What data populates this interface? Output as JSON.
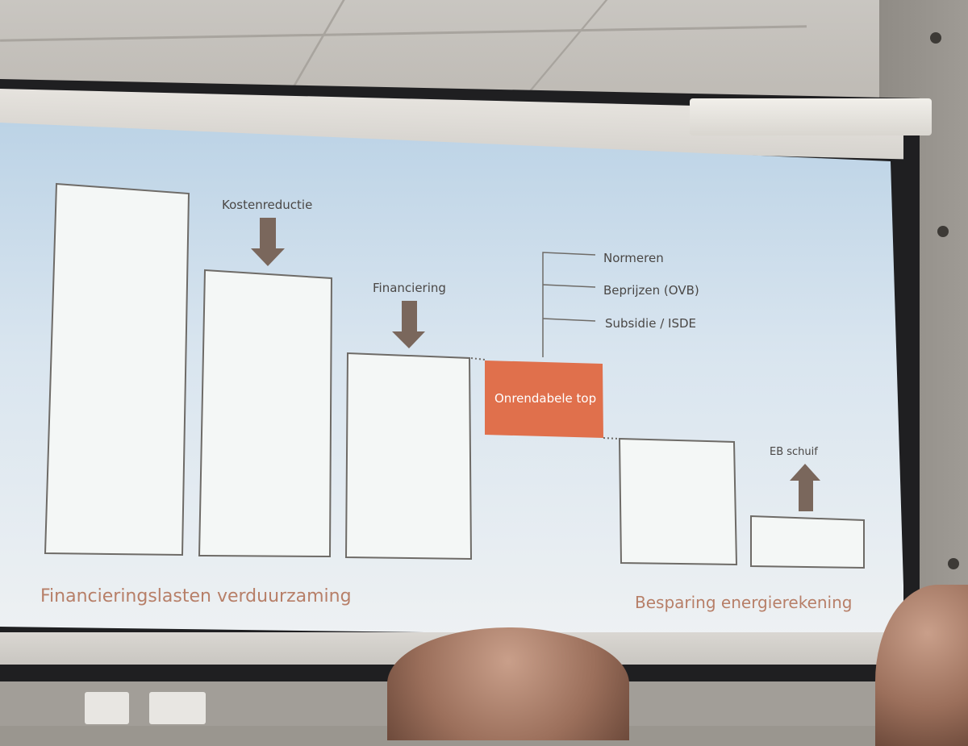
{
  "diagram": {
    "labels": {
      "kostenreductie": "Kostenreductie",
      "financiering": "Financiering",
      "onrendabele_top": "Onrendabele top",
      "eb_schuif": "EB schuif"
    },
    "options": [
      "Normeren",
      "Beprijzen (OVB)",
      "Subsidie / ISDE"
    ],
    "captions": {
      "left": "Financieringslasten verduurzaming",
      "right": "Besparing energierekening"
    },
    "colors": {
      "accent": "#e0704c",
      "arrow": "#7a675c",
      "caption": "#b77f68"
    }
  }
}
